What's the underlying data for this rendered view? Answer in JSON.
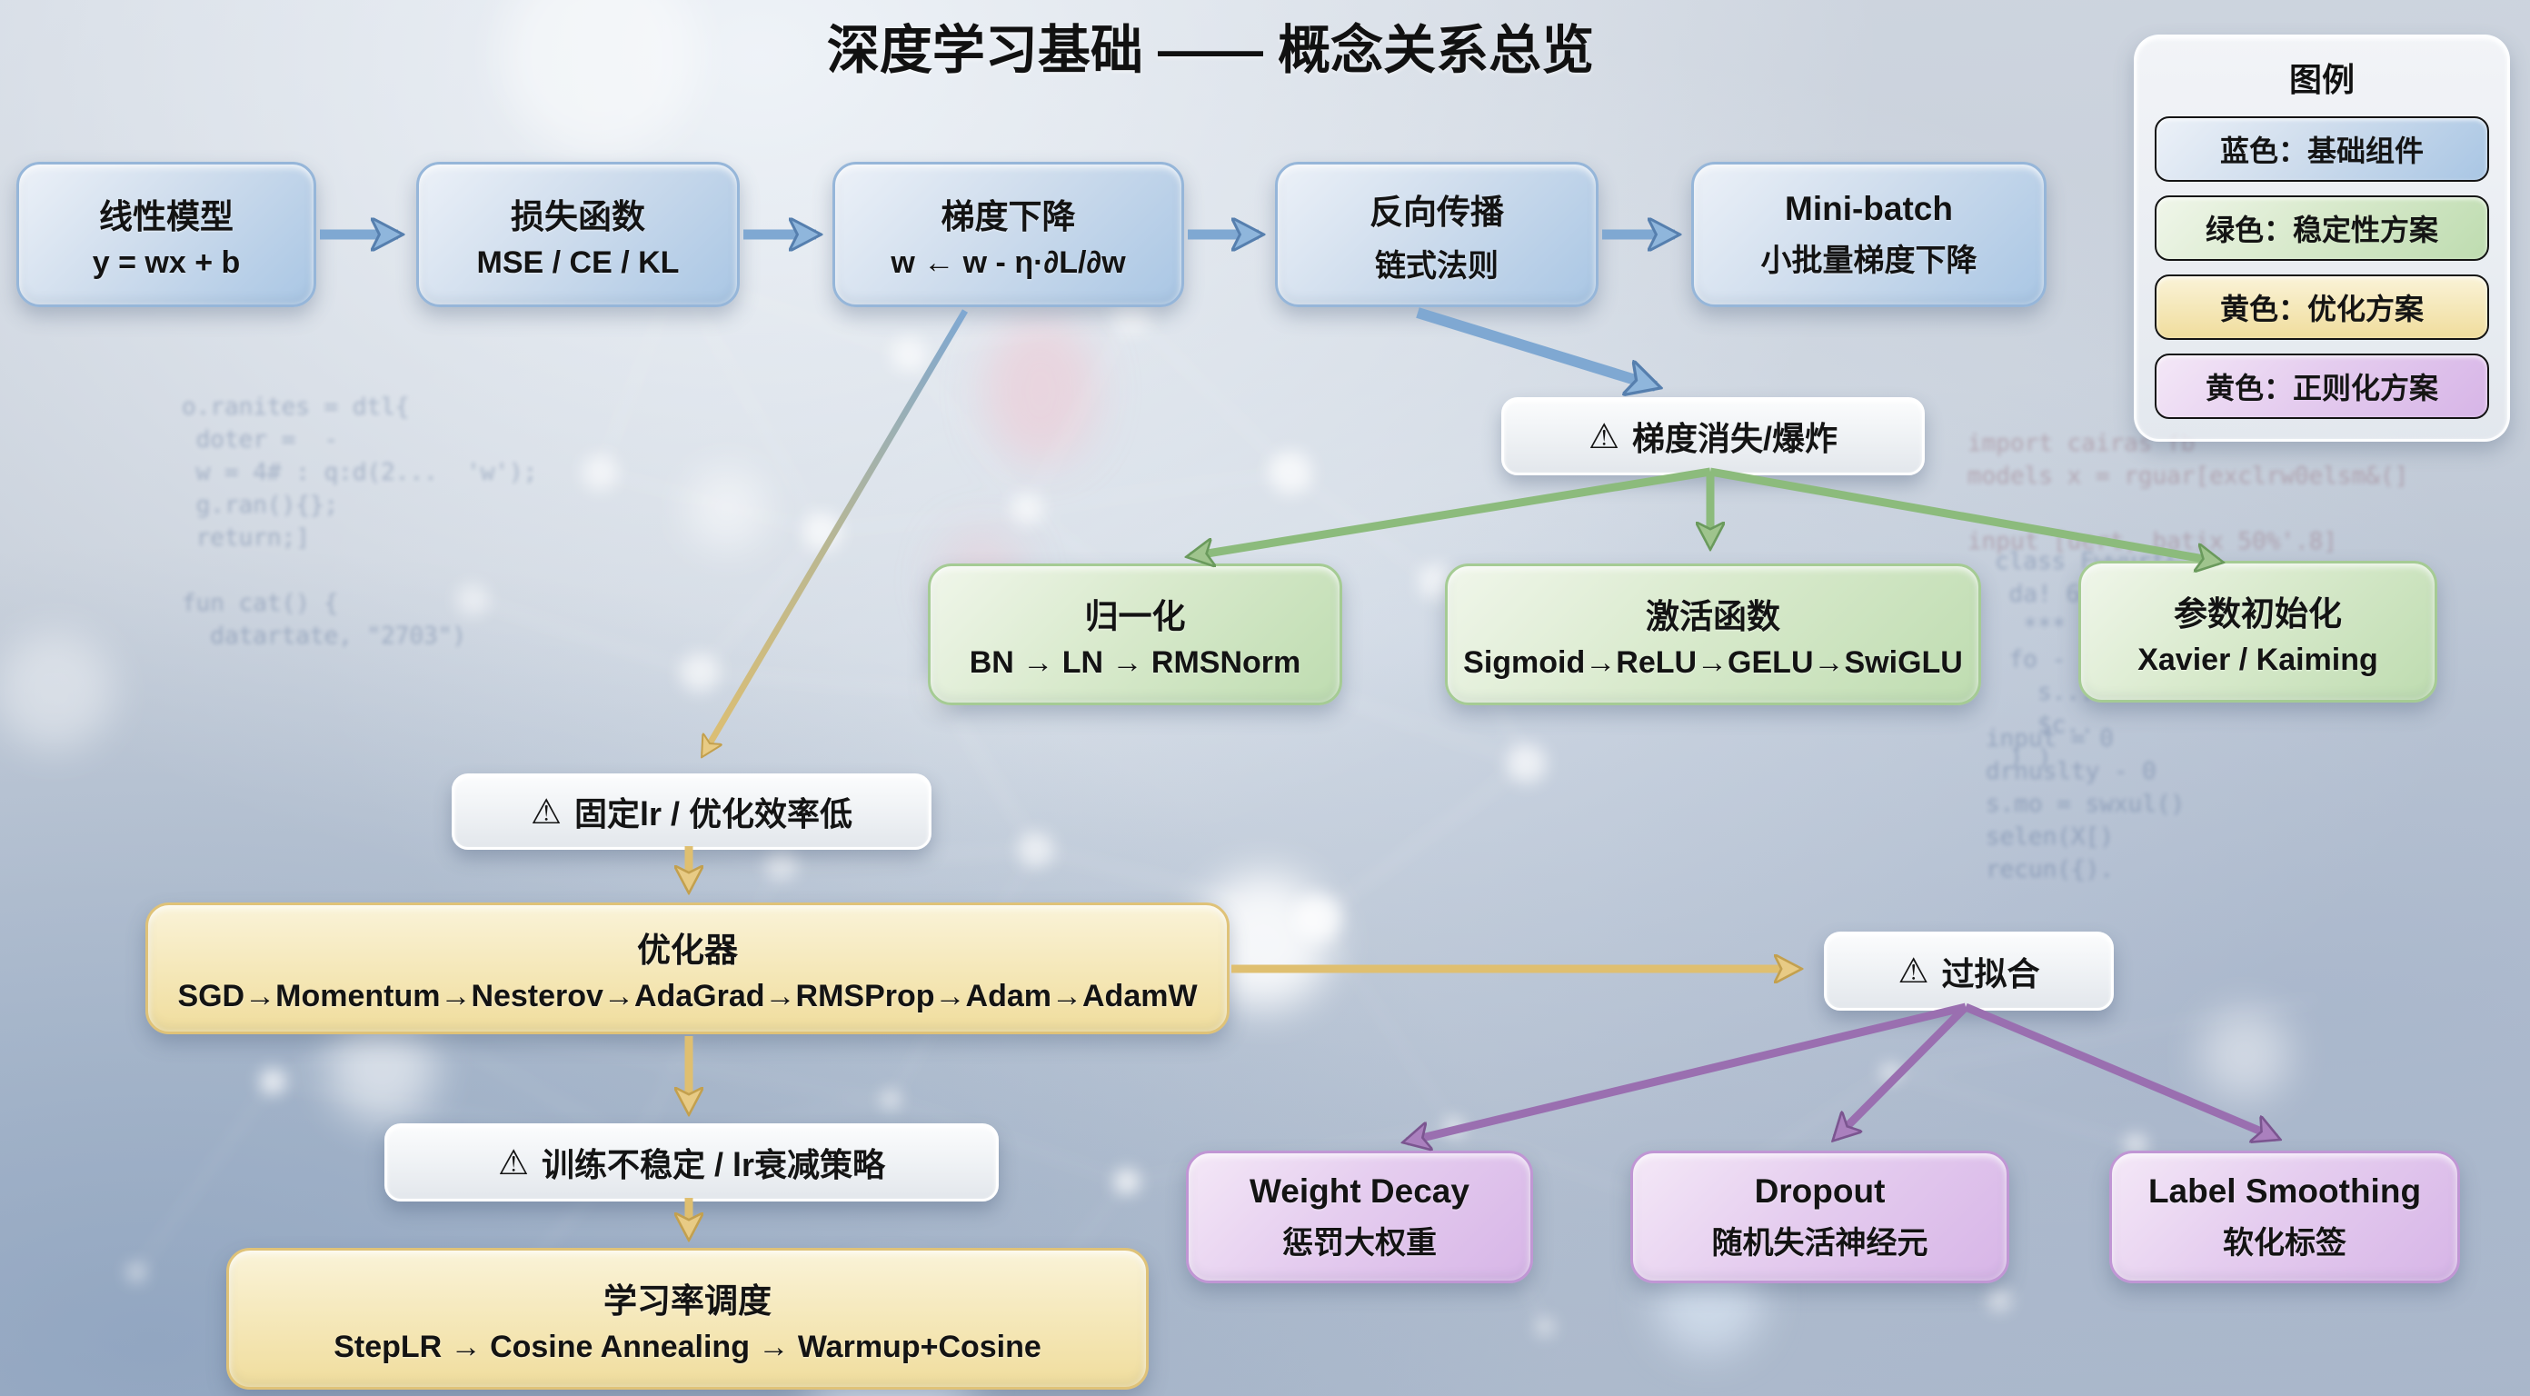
{
  "title": "深度学习基础 —— 概念关系总览",
  "legend": {
    "title": "图例",
    "items": [
      {
        "label": "蓝色：基础组件",
        "color": "#aac7e3"
      },
      {
        "label": "绿色：稳定性方案",
        "color": "#bedcb0"
      },
      {
        "label": "黄色：优化方案",
        "color": "#f0dd9d"
      },
      {
        "label": "黄色：正则化方案",
        "color": "#d7b5e7"
      }
    ]
  },
  "nodes": {
    "linear": {
      "line1": "线性模型",
      "line2": "y = wx + b"
    },
    "loss": {
      "line1": "损失函数",
      "line2": "MSE / CE / KL"
    },
    "gd": {
      "line1": "梯度下降",
      "line2": "w ← w - η·∂L/∂w"
    },
    "bp": {
      "line1": "反向传播",
      "line2": "链式法则"
    },
    "minibatch": {
      "line1": "Mini-batch",
      "line2": "小批量梯度下降"
    },
    "norm": {
      "line1": "归一化",
      "line2": "BN → LN → RMSNorm"
    },
    "act": {
      "line1": "激活函数",
      "line2": "Sigmoid→ReLU→GELU→SwiGLU"
    },
    "init": {
      "line1": "参数初始化",
      "line2": "Xavier / Kaiming"
    },
    "optimizer": {
      "line1": "优化器",
      "line2": "SGD→Momentum→Nesterov→AdaGrad→RMSProp→Adam→AdamW"
    },
    "scheduler": {
      "line1": "学习率调度",
      "line2": "StepLR → Cosine Annealing → Warmup+Cosine"
    },
    "wd": {
      "line1": "Weight Decay",
      "line2": "惩罚大权重"
    },
    "dropout": {
      "line1": "Dropout",
      "line2": "随机失活神经元"
    },
    "ls": {
      "line1": "Label Smoothing",
      "line2": "软化标签"
    }
  },
  "warnings": {
    "vanish": {
      "icon": "⚠",
      "label": "梯度消失/爆炸"
    },
    "fixedlr": {
      "icon": "⚠",
      "label": "固定lr / 优化效率低"
    },
    "overfit": {
      "icon": "⚠",
      "label": "过拟合"
    },
    "unstable": {
      "icon": "⚠",
      "label": "训练不稳定 / lr衰减策略"
    }
  },
  "colors": {
    "blue": "#aac7e3",
    "green": "#bedcb0",
    "yellow": "#f0dd9d",
    "purple": "#d7b5e7",
    "arrow_blue": "#7fa8d2",
    "arrow_green": "#8cbb7c",
    "arrow_yellow": "#dfbf70",
    "arrow_purple": "#9a6fb0"
  },
  "background": {
    "code_left": "o.ranites = dtl{\n doter =  -\n w = 4# : q:d(2...  'w');\n g.ran(){};\n return;]\n\nfun cat() {\n  datartate, \"2703\")",
    "code_right_top": "import cairas fb\nmodels x = rguar[exclrw0elsm&(]\n\ninput [uert, batix 50%'.8]",
    "code_right_mid": "class Fwwurt&\n da! 6 -\n  ***\n fo -\n   s....\n   $c..\n ) )",
    "code_right_low": "input = 0\ndrnuslty - 0\ns.mo = swxul()\nselen(X[)\nrecun({)."
  }
}
